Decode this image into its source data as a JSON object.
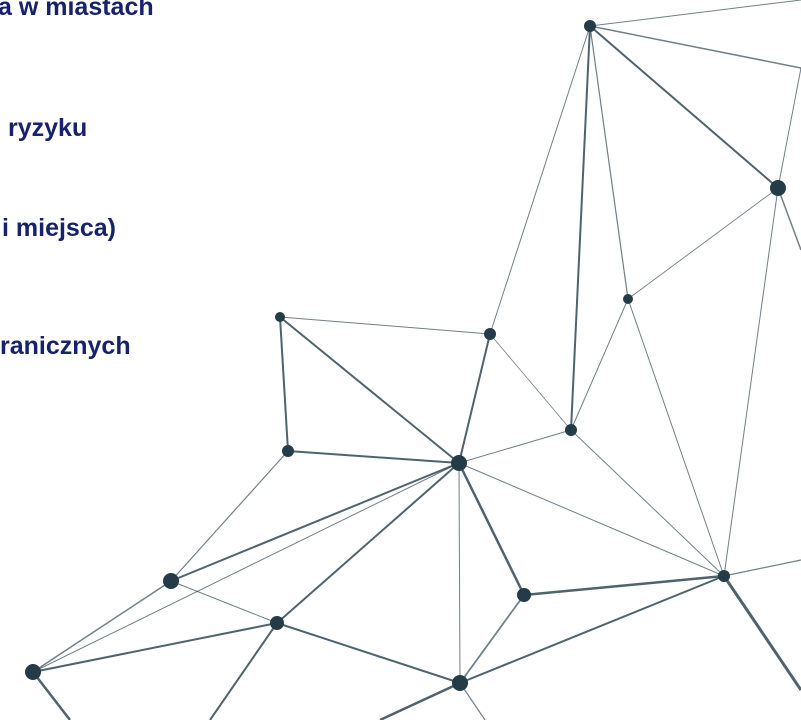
{
  "slide": {
    "text_color": "#16226b",
    "bullets": [
      {
        "text": "a w miastach"
      },
      {
        "text": "ryzyku"
      },
      {
        "text": "i miejsca)"
      },
      {
        "text": "ranicznych"
      }
    ]
  },
  "decoration": {
    "name": "network-graphic",
    "color": "#233c48"
  }
}
